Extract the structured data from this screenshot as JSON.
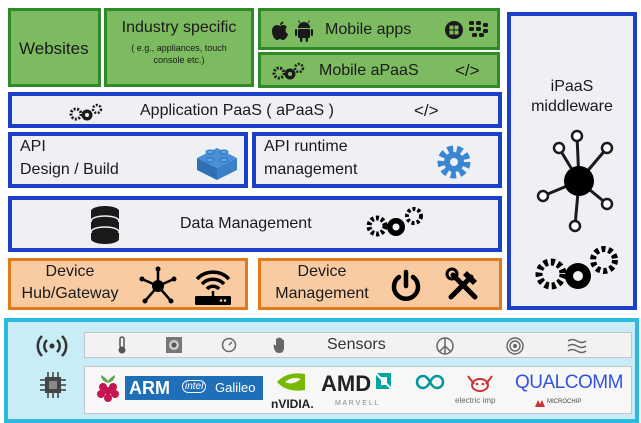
{
  "websites": {
    "label": "Websites"
  },
  "industry": {
    "title": "Industry specific",
    "sub1": "( e.g., appliances, touch",
    "sub2": "console etc.)"
  },
  "mobile_apps": {
    "label": "Mobile apps"
  },
  "mobile_apaas": {
    "label": "Mobile aPaaS",
    "code": "</>"
  },
  "app_paas": {
    "label": "Application PaaS ( aPaaS )",
    "code": "</>"
  },
  "api_design": {
    "line1": "API",
    "line2": "Design / Build"
  },
  "api_runtime": {
    "line1": "API runtime",
    "line2": "management"
  },
  "data_mgmt": {
    "label": "Data Management"
  },
  "device_hub": {
    "line1": "Device",
    "line2": "Hub/Gateway"
  },
  "device_mgmt": {
    "line1": "Device",
    "line2": "Management"
  },
  "ipaas": {
    "line1": "iPaaS",
    "line2": "middleware"
  },
  "sensors": {
    "label": "Sensors"
  },
  "vendors": {
    "arm": "ARM",
    "intel": "intel",
    "galileo": "Galileo",
    "nvidia": "nVIDIA.",
    "amd": "AMD",
    "marvell": "M A R V E L L",
    "electric_imp": "electric imp",
    "qualcomm": "QUALCOMM",
    "microchip": "MICROCHIP"
  },
  "colors": {
    "green": "#7dbb60",
    "green_border": "#2f8a2a",
    "blue_border": "#1b3fc7",
    "orange": "#f8cba3",
    "orange_border": "#e07a1c",
    "cyan_border": "#2bb9e0"
  }
}
